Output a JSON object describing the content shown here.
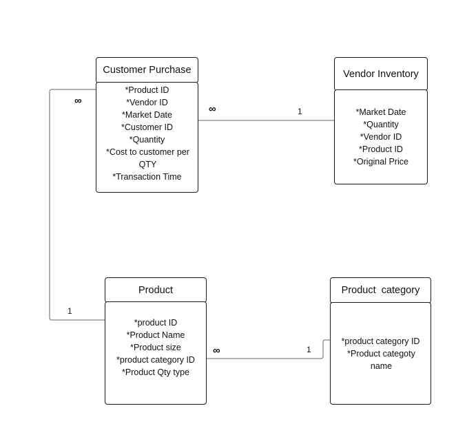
{
  "entities": {
    "customer_purchase": {
      "title": "Customer Purchase",
      "attributes": [
        "*Product ID",
        "*Vendor ID",
        "*Market Date",
        "*Customer ID",
        "*Quantity",
        "*Cost to customer per QTY",
        "*Transaction Time"
      ]
    },
    "vendor_inventory": {
      "title": "Vendor Inventory",
      "attributes": [
        "*Market Date",
        "*Quantity",
        "*Vendor ID",
        "*Product ID",
        "*Original Price"
      ]
    },
    "product": {
      "title": "Product",
      "attributes": [
        "*product ID",
        "*Product Name",
        "*Product  size",
        "*product category ID",
        "*Product Qty type"
      ]
    },
    "product_category": {
      "title": "Product  category",
      "attributes": [
        "*product category ID",
        "*Product categoty name"
      ]
    }
  },
  "relationships": [
    {
      "from": "Customer Purchase.Product ID",
      "to": "Product.product ID",
      "from_cardinality": "∞",
      "to_cardinality": "1"
    },
    {
      "from": "Customer Purchase.Vendor ID",
      "to": "Vendor Inventory.Vendor ID",
      "from_cardinality": "∞",
      "to_cardinality": "1"
    },
    {
      "from": "Product.product category ID",
      "to": "Product  category.product category ID",
      "from_cardinality": "∞",
      "to_cardinality": "1"
    }
  ]
}
